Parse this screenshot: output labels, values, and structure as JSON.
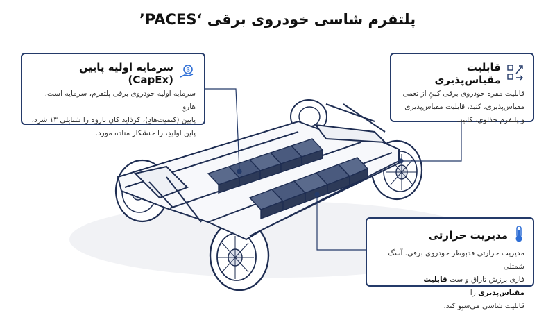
{
  "title": "پلتفرم شاسی خودروی برقی ‘PACES’",
  "boxes": {
    "capex": {
      "title": "سرمایه اولیه پایین (CapEx)",
      "icon": "money-hand-icon",
      "lines": [
        "سرمایه اولیه خودروی برقی پلتفرم، سرمایه است، هاروِ",
        "پایین (کتمیت‌هادٍ)، کرذاید کان بازوه را شنایلی ۱۳ شرد،",
        "پاین اولیدِ، را خنشکار مناده مورد."
      ]
    },
    "scalability": {
      "title": "قابلیت مقیاس‌پذیری",
      "icon": "scale-arrows-icon",
      "lines": [
        "قابلیت مقره خودروی برقی کبئِ از تعمی",
        "مقیاس‌پذیری، کنید، قابلیت مقیاس‌پذیری",
        "و پلتفرم جذلوی، کانید."
      ]
    },
    "thermal": {
      "title": "مدیریت حرارتی",
      "icon": "thermometer-icon",
      "line1": "مدیریت حرارتی قدبوطر خودروی برقی. آسگ شمتلی",
      "line2_pre": "فاری برزش تاراق و ست ",
      "line2_bold": "قابلیت مقیاس‌پذیری",
      "line2_post": " را",
      "line3": "قابلیت شاسی می‌سبِو کند."
    }
  },
  "colors": {
    "frame_dark": "#1e2d52",
    "box_border": "#243a69",
    "battery": "#3b4a6e",
    "icon_blue": "#2f6fd6"
  }
}
